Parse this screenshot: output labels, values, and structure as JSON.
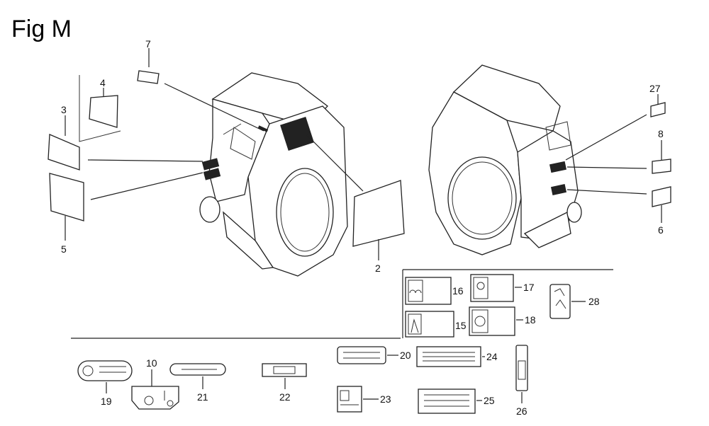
{
  "figure": {
    "title": "Fig M"
  },
  "callouts": {
    "c2": "2",
    "c3": "3",
    "c4": "4",
    "c5": "5",
    "c6": "6",
    "c7": "7",
    "c8": "8",
    "c10": "10",
    "c15": "15",
    "c16": "16",
    "c17": "17",
    "c18": "18",
    "c19": "19",
    "c20": "20",
    "c21": "21",
    "c22": "22",
    "c23": "23",
    "c24": "24",
    "c25": "25",
    "c26": "26",
    "c27": "27",
    "c28": "28"
  },
  "colors": {
    "ink": "#222222",
    "background": "#ffffff"
  }
}
